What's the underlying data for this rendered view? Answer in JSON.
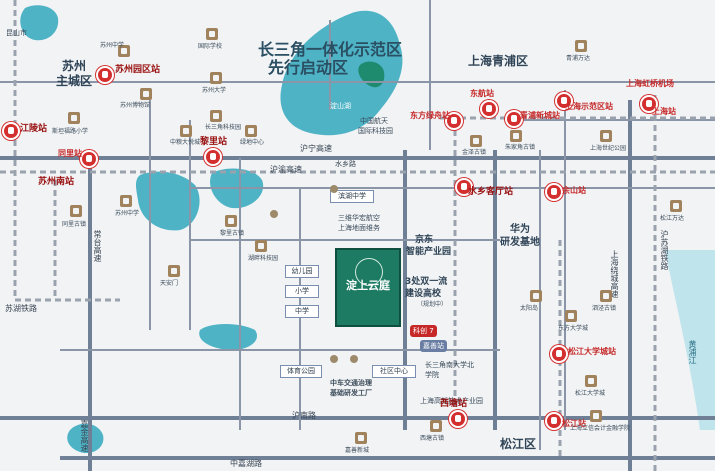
{
  "labels": {
    "region_title_l1": "长三角一体化示范区",
    "region_title_l2": "先行启动区",
    "shanghai_qingpu": "上海青浦区",
    "suzhou_main": "苏州",
    "suzhou_main2": "主城区",
    "songjiang": "松江区",
    "kunshan": "昆山市",
    "project": "淀上云庭",
    "huawei_l1": "华为",
    "huawei_l2": "研发基地",
    "jingdong_l1": "京东",
    "jingdong_l2": "智能产业园",
    "univ_l1": "3处双一流",
    "univ_l2": "建设高校",
    "univ_l3": "（规划中）",
    "zhongche_l1": "中车交通治理",
    "zhongche_l2": "基础研发工厂",
    "sifang_l1": "三维华宏航空",
    "sifang_l2": "上海地面维务",
    "sanjiao_l1": "长三角南大学北",
    "sanjiao_l2": "学院",
    "gaoxin": "上海高新技术产业园",
    "youshan_l1": "中国航天",
    "youshan_l2": "国际科技园",
    "dianshanhu": "淀山湖"
  },
  "roads": {
    "huyu": "沪渝高速",
    "huning": "沪宁高速",
    "changtai": "常台高速",
    "suhu_rail": "苏湖铁路",
    "huinan": "沪南路",
    "shanghai_cheng": "上海绕城高速",
    "huqing": "沪苏湖铁路",
    "zhujia": "中嘉湖路",
    "shuixiang": "水乡路",
    "huangpu": "黄浦江",
    "jingjiao": "嘉金高速"
  },
  "stations": [
    {
      "name": "苏州园区站"
    },
    {
      "name": "江陵站"
    },
    {
      "name": "苏州南站"
    },
    {
      "name": "黎里站"
    },
    {
      "name": "东方绿舟站"
    },
    {
      "name": "东航站"
    },
    {
      "name": "青浦新城站"
    },
    {
      "name": "上海示范区站"
    },
    {
      "name": "上海虹桥机场"
    },
    {
      "name": "上海站"
    },
    {
      "name": "水乡客厅站"
    },
    {
      "name": "西塘站"
    },
    {
      "name": "松江大学城站"
    },
    {
      "name": "松江站"
    },
    {
      "name": "余山站"
    },
    {
      "name": "同里站"
    }
  ],
  "pois": [
    {
      "name": "苏州中学"
    },
    {
      "name": "苏州博物馆"
    },
    {
      "name": "国际学校"
    },
    {
      "name": "苏州大学"
    },
    {
      "name": "斯坦福路小学"
    },
    {
      "name": "中粮大悦城"
    },
    {
      "name": "绿地中心"
    },
    {
      "name": "苏州中学"
    },
    {
      "name": "长三角科技园"
    },
    {
      "name": "天安门"
    },
    {
      "name": "湖畔科技园"
    },
    {
      "name": "同里古镇"
    },
    {
      "name": "黎里古镇"
    },
    {
      "name": "金泽古镇"
    },
    {
      "name": "朱家角古镇"
    },
    {
      "name": "青浦万达"
    },
    {
      "name": "上海世纪公园"
    },
    {
      "name": "太阳岛"
    },
    {
      "name": "东方大学城"
    },
    {
      "name": "西塘古镇"
    },
    {
      "name": "嘉善新城"
    },
    {
      "name": "松江大学城"
    },
    {
      "name": "上海立信会计金融学院"
    },
    {
      "name": "松江万达"
    },
    {
      "name": "泗泾古镇"
    }
  ],
  "boxes": [
    {
      "name": "幼儿园"
    },
    {
      "name": "小学"
    },
    {
      "name": "中学"
    },
    {
      "name": "滨湖中学"
    },
    {
      "name": "社区中心"
    },
    {
      "name": "体育公园"
    }
  ],
  "plates": {
    "badge_a": "嘉善站",
    "badge_b": "科创 7"
  },
  "colors": {
    "water": "#4fb3c6",
    "park": "#1e8a6e",
    "road": "#6f7f96",
    "rail": "#9aa3ad",
    "site": "#1d7a63",
    "station": "#d32f2f"
  }
}
